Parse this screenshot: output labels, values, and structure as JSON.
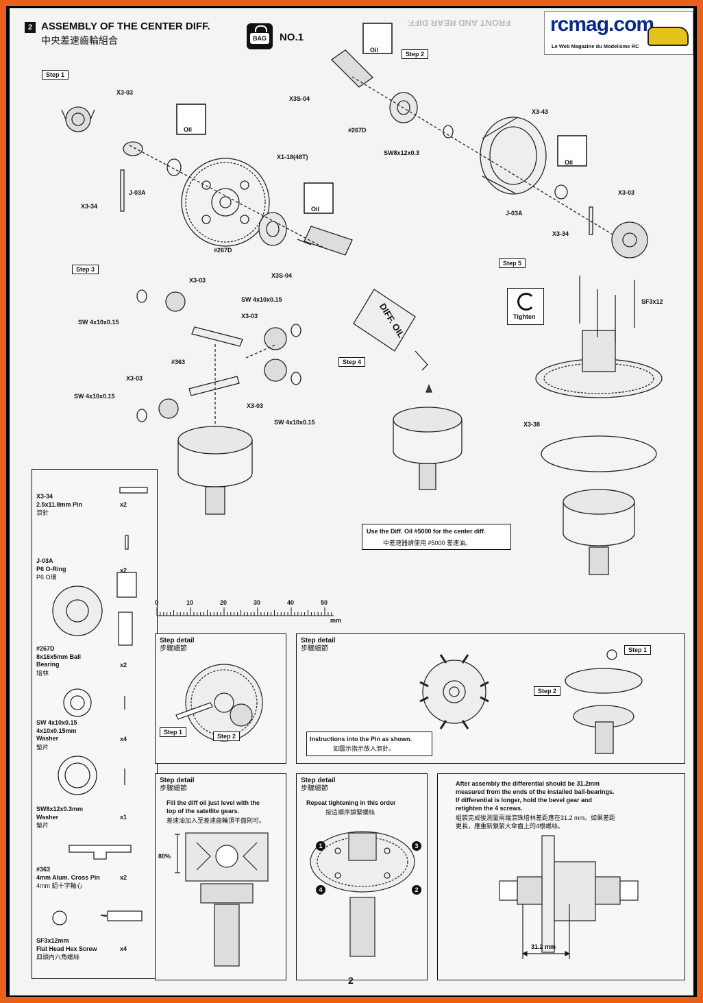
{
  "header": {
    "section_num": "2",
    "title": "ASSEMBLY OF THE CENTER DIFF.",
    "title_cn": "中央差速齒輪組合",
    "bag_label": "BAG",
    "bag_no": "NO.1",
    "bg_text": "FRONT AND REAR DIFF."
  },
  "logo": {
    "text": "rcmag.com",
    "tagline": "Le Web Magazine du Modelisme RC"
  },
  "steps": {
    "s1": "Step 1",
    "s2": "Step 2",
    "s3": "Step 3",
    "s4": "Step 4",
    "s5": "Step 5"
  },
  "callouts": {
    "oil": "Oil",
    "x3_03": "X3-03",
    "x3_34": "X3-34",
    "j03a": "J-03A",
    "x1_18": "X1-18(48T)",
    "b267d": "#267D",
    "x3s04": "X3S-04",
    "x3_43": "X3-43",
    "sw8": "SW8x12x0.3",
    "sw4": "SW 4x10x0.15",
    "p363": "#363",
    "sf3": "SF3x12",
    "x3_38": "X3-38",
    "tighten": "Tighten",
    "diff_oil": "DIFF. OIL"
  },
  "diff_oil_note": {
    "en": "Use the Diff. Oil #5000 for the center diff.",
    "cn": "中差速器請使用 #5000 差速油。"
  },
  "parts": [
    {
      "code": "X3-34",
      "desc": "2.5x11.8mm Pin",
      "cn": "滾針",
      "qty": "x2"
    },
    {
      "code": "J-03A",
      "desc": "P6 O-Ring",
      "cn": "P6  O環",
      "qty": "x2"
    },
    {
      "code": "#267D",
      "desc": "8x16x5mm Ball Bearing",
      "cn": "培林",
      "qty": "x2"
    },
    {
      "code": "SW 4x10x0.15",
      "desc": "4x10x0.15mm Washer",
      "cn": "墊片",
      "qty": "x4"
    },
    {
      "code": "SW8x12x0.3mm",
      "desc": "Washer",
      "cn": "墊片",
      "qty": "x1"
    },
    {
      "code": "#363",
      "desc": "4mm Alum. Cross Pin",
      "cn": "4mm 鋁十字軸心",
      "qty": "x2"
    },
    {
      "code": "SF3x12mm",
      "desc": "Flat Head Hex Screw",
      "cn": "皿頭內六角螺絲",
      "qty": "x4"
    }
  ],
  "ruler": {
    "ticks": [
      "0",
      "10",
      "20",
      "30",
      "40",
      "50"
    ],
    "unit": "mm"
  },
  "details": {
    "title_en": "Step detail",
    "title_cn": "步驟細節",
    "d2_text": "Instructions into the Pin as shown.",
    "d2_cn": "如圖示指示放入滾針。",
    "d4_text1": "Fill the diff oil just level with the",
    "d4_text2": "top of the satellite gears.",
    "d4_cn": "差速油加入至差速齒輪頂平面則可。",
    "d4_pct": "80%",
    "d5_text": "Repeat tightening in this order",
    "d5_cn": "按這順序鎖緊螺絲",
    "d6_text1": "After assembly the differential should be 31.2mm",
    "d6_text2": "measured from the ends of the installed ball-bearings.",
    "d6_text3": "If differential is longer, hold the bevel gear and",
    "d6_text4": "retighten the 4 screws.",
    "d6_cn1": "組裝完成後測量兩端滾珠培林差距應在31.2 mm。如果差距",
    "d6_cn2": "更長，應重新鎖緊大傘齒上的4根螺絲。",
    "d6_dim": "31.2 mm",
    "order": [
      "1",
      "2",
      "3",
      "4"
    ]
  },
  "page_number": "2"
}
